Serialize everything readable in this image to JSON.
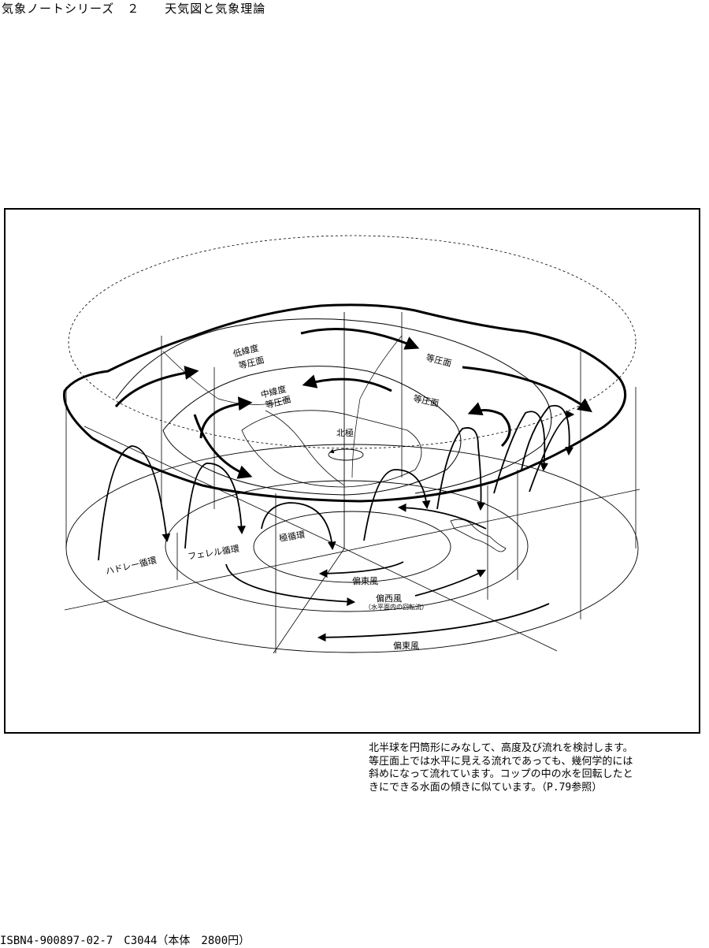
{
  "header": {
    "title": "気象ノートシリーズ　２　　天気図と気象理論"
  },
  "figure": {
    "labels": {
      "low_isobaric_1": "低緯度",
      "low_isobaric_2": "等圧面",
      "isobaric_top": "等圧面",
      "mid_isobaric_1": "中緯度",
      "mid_isobaric_2": "等圧面",
      "isobaric_right": "等圧面",
      "north_pole": "北極",
      "hadley": "ハドレー循環",
      "ferrel": "フェレル循環",
      "polar_cell": "極循環",
      "easterly_inner": "偏東風",
      "westerly": "偏西風",
      "westerly_note": "（水平面内の回転流）",
      "easterly_outer": "偏東風"
    }
  },
  "caption": {
    "lines": [
      "北半球を円筒形にみなして、高度及び流れを検討します。",
      "等圧面上では水平に見える流れであっても、幾何学的には",
      "斜めになって流れています。コップの中の水を回転したと",
      "きにできる水面の傾きに似ています。（P.79参照）"
    ]
  },
  "footer": {
    "isbn": "ISBN4-900897-02-7　C3044（本体　2800円）"
  }
}
